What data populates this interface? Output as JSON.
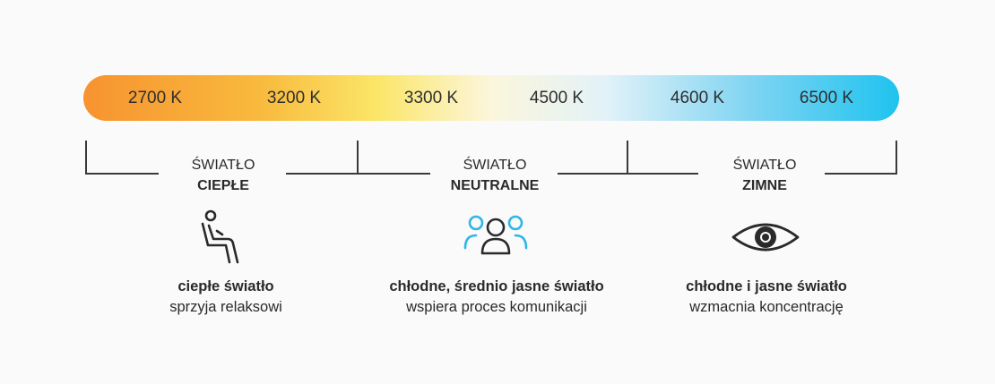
{
  "temperatures": [
    "2700 K",
    "3200 K",
    "3300 K",
    "4500 K",
    "4600 K",
    "6500 K"
  ],
  "zones": [
    {
      "label": "ŚWIATŁO",
      "name": "CIEPŁE",
      "icon": "reclining-person-icon",
      "desc_bold": "ciepłe światło",
      "desc": "sprzyja relaksowi"
    },
    {
      "label": "ŚWIATŁO",
      "name": "NEUTRALNE",
      "icon": "people-group-icon",
      "desc_bold": "chłodne, średnio jasne światło",
      "desc": "wspiera proces komunikacji"
    },
    {
      "label": "ŚWIATŁO",
      "name": "ZIMNE",
      "icon": "eye-icon",
      "desc_bold": "chłodne i jasne światło",
      "desc": "wzmacnia koncentrację"
    }
  ],
  "colors": {
    "warm": "#f7932f",
    "neutral": "#fbf6dc",
    "cold": "#1ec3ef",
    "icon_accent": "#2eb6e6"
  }
}
